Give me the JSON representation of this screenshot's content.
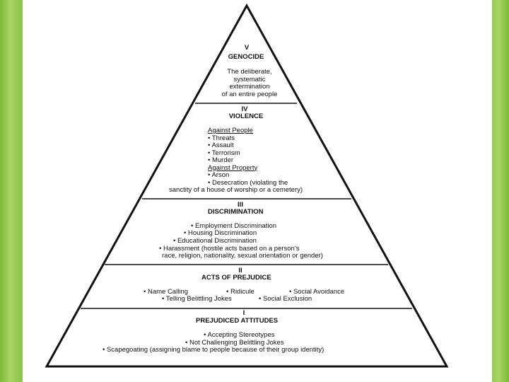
{
  "levels": {
    "v": {
      "numeral": "V",
      "title": "GENOCIDE",
      "lines": [
        "The deliberate,",
        "systematic",
        "extermination",
        "of an entire people"
      ]
    },
    "iv": {
      "numeral": "IV",
      "title": "VIOLENCE",
      "group1": "Against People",
      "people": [
        "• Threats",
        "• Assault",
        "• Terrorism",
        "• Murder"
      ],
      "group2": "Against Property",
      "property": [
        "• Arson",
        "• Desecration (violating the"
      ],
      "last": "sanctity of a house of worship or a cemetery)"
    },
    "iii": {
      "numeral": "III",
      "title": "DISCRIMINATION",
      "lines": [
        "• Employment Discrimination",
        "• Housing Discrimination",
        "• Educational Discrimination",
        "• Harassment (hostile acts based on a person’s",
        "race, religion, nationality, sexual orientation or gender)"
      ]
    },
    "ii": {
      "numeral": "II",
      "title": "ACTS OF PREJUDICE",
      "row1": [
        "• Name Calling",
        "• Ridicule",
        "• Social Avoidance"
      ],
      "row2": [
        "• Telling Belittling Jokes",
        "• Social Exclusion"
      ]
    },
    "i": {
      "numeral": "I",
      "title": "PREJUDICED ATTITUDES",
      "lines": [
        "• Accepting Stereotypes",
        "• Not Challenging Belittling Jokes",
        "• Scapegoating (assigning blame to people because of their group identity)"
      ]
    }
  }
}
